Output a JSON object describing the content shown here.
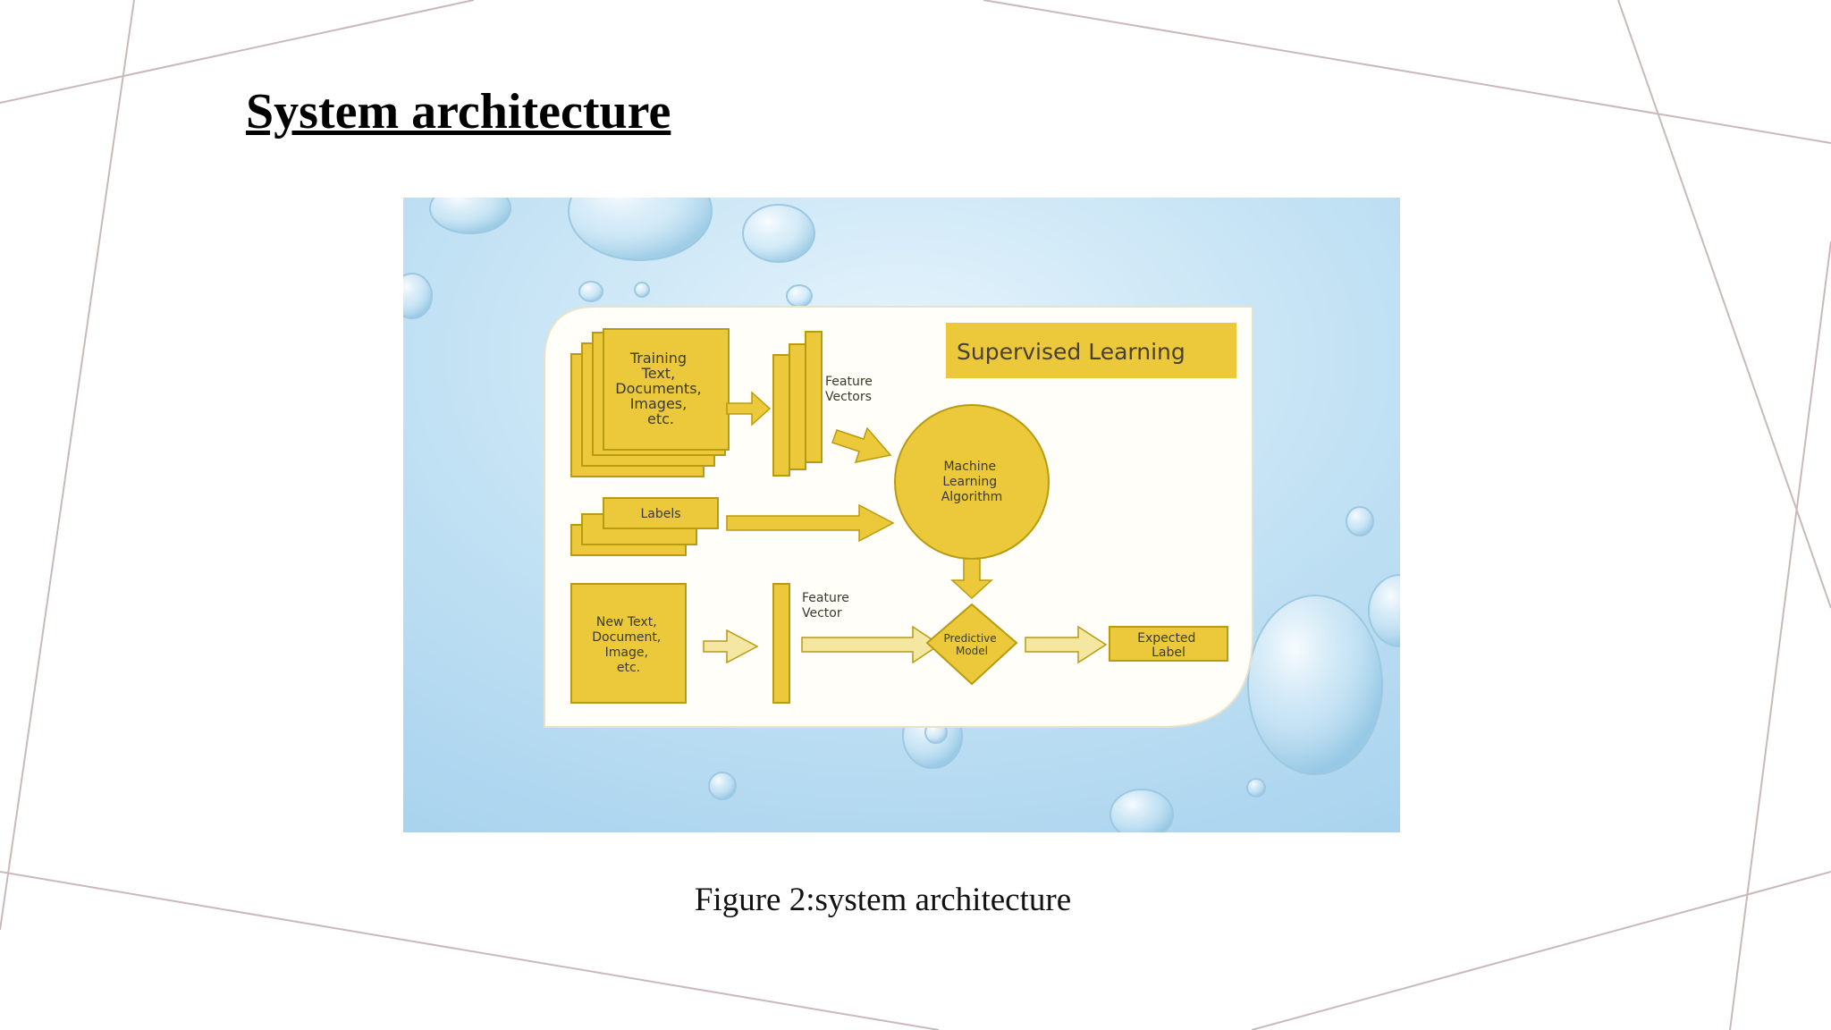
{
  "slide": {
    "title": "System architecture",
    "caption": "Figure 2:system architecture"
  },
  "diagram": {
    "heading": "Supervised Learning",
    "training_input": [
      "Training",
      "Text,",
      "Documents,",
      "Images,",
      "etc."
    ],
    "labels": "Labels",
    "feature_vectors": [
      "Feature",
      "Vectors"
    ],
    "algorithm": [
      "Machine",
      "Learning",
      "Algorithm"
    ],
    "new_input": [
      "New Text,",
      "Document,",
      "Image,",
      "etc."
    ],
    "feature_vector": [
      "Feature",
      "Vector"
    ],
    "predictive_model": [
      "Predictive",
      "Model"
    ],
    "expected_label": [
      "Expected",
      "Label"
    ]
  },
  "colors": {
    "accent_yellow": "#ecc93a",
    "stroke": "#b89b10",
    "light_yellow": "#f3e7a1",
    "card": "#fffef8",
    "background_blue": "#b8dcf0"
  }
}
